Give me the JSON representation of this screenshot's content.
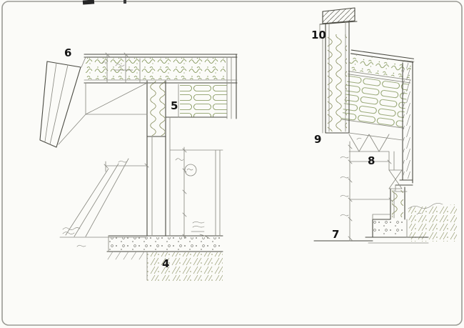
{
  "callout_labels": {
    "n4": "4",
    "n5": "5",
    "n6": "6",
    "n7": "7",
    "n8": "8",
    "n9": "9",
    "n10": "10"
  },
  "colors": {
    "paper": "#fbfbf8",
    "frame": "#9b9b95",
    "pencil": "#8b8b83",
    "ink": "#4a4a42",
    "green": "#7d9153",
    "soil": "#8e9468",
    "dark": "#141414"
  }
}
